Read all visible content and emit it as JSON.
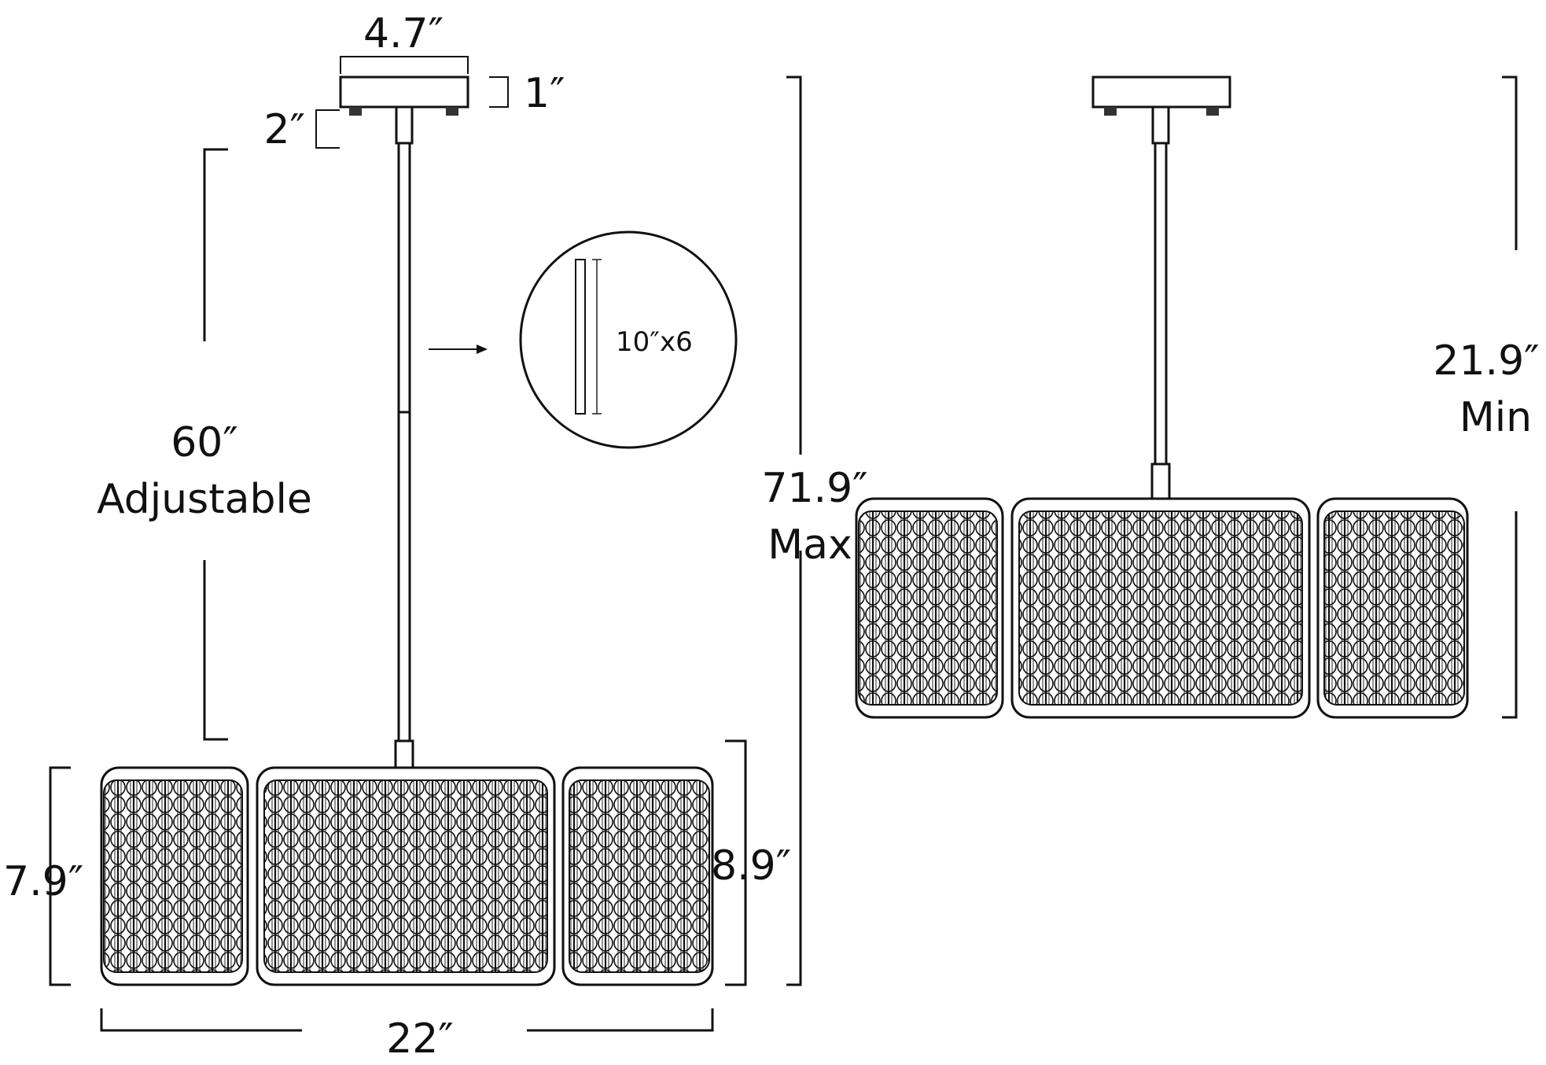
{
  "dimensions": {
    "canopy_width": "4.7″",
    "canopy_height": "1″",
    "stem_top": "2″",
    "adjustable_value": "60″",
    "adjustable_word": "Adjustable",
    "rod_spec": "10″x6",
    "max_value": "71.9″",
    "max_word": "Max",
    "min_value": "21.9″",
    "min_word": "Min",
    "shade_left_height": "7.9″",
    "shade_right_height": "8.9″",
    "shade_width": "22″"
  }
}
